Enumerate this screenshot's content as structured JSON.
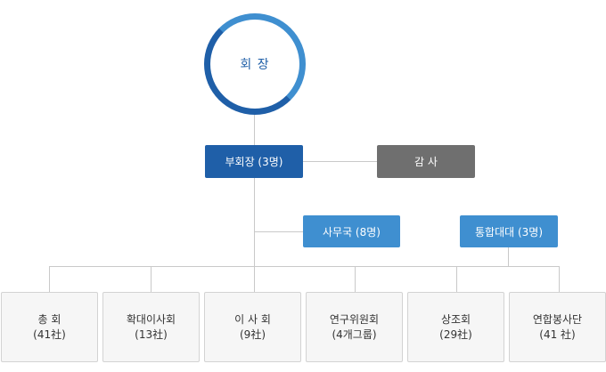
{
  "org_chart": {
    "president": "회 장",
    "vice_president": "부회장 (3명)",
    "auditor": "감 사",
    "secretariat": "사무국 (8명)",
    "integration_captain": "통합대대 (3명)",
    "bodies": [
      {
        "name": "총 회",
        "count": "(41社)"
      },
      {
        "name": "확대이사회",
        "count": "(13社)"
      },
      {
        "name": "이 사 회",
        "count": "(9社)"
      },
      {
        "name": "연구위원회",
        "count": "(4개그룹)"
      },
      {
        "name": "상조회",
        "count": "(29社)"
      },
      {
        "name": "연합봉사단",
        "count": "(41 社)"
      }
    ]
  },
  "colors": {
    "primary_dark": "#1f5fa8",
    "primary_light": "#3f8fd0",
    "gray_box": "#6f6f6f",
    "connector": "#c9c9c9"
  }
}
